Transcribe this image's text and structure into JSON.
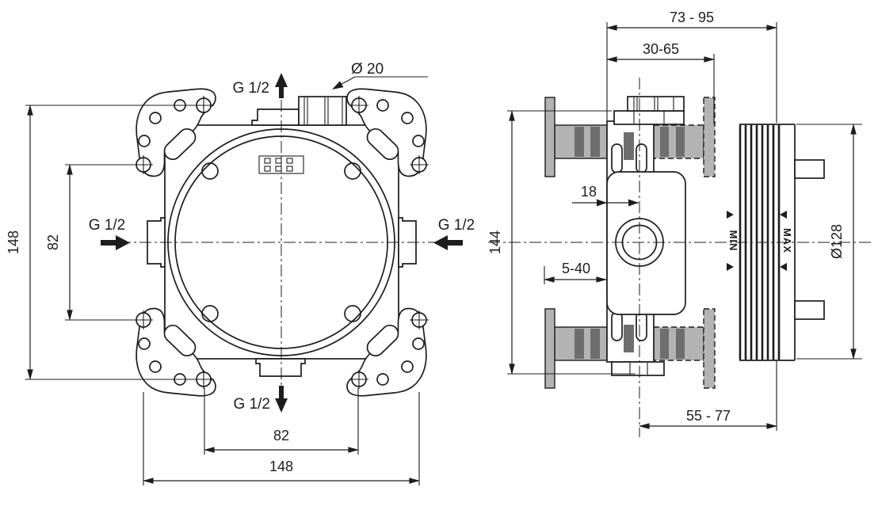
{
  "drawing": {
    "front_view": {
      "ports": {
        "top": "G 1/2",
        "left": "G 1/2",
        "right": "G 1/2",
        "bottom": "G 1/2"
      },
      "cap_diameter": "Ø 20",
      "dimensions": {
        "overall_height": "148",
        "hole_spacing_height": "82",
        "hole_spacing_width": "82",
        "overall_width": "148"
      }
    },
    "side_view": {
      "dimensions": {
        "total_depth_range": "73 - 95",
        "front_depth_range": "30-65",
        "center_offset": "18",
        "wall_thickness_range": "5-40",
        "height": "144",
        "center_depth_range": "55 - 77",
        "cap_diameter": "Ø128"
      },
      "markers": {
        "min": "MIN",
        "max": "MAX"
      }
    },
    "colors": {
      "line": "#1d1d1d",
      "wall": "#b3b3b3",
      "stripe": "#6e6e6e",
      "background": "#ffffff"
    }
  }
}
